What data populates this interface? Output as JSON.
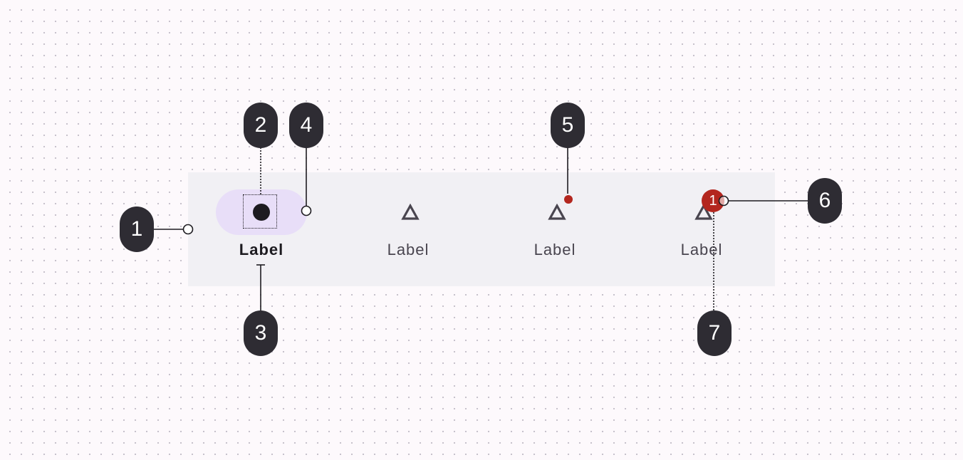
{
  "nav": {
    "items": [
      {
        "label": "Label",
        "icon": "filled-circle-icon",
        "active": true
      },
      {
        "label": "Label",
        "icon": "triangle-outline-icon",
        "active": false
      },
      {
        "label": "Label",
        "icon": "triangle-outline-icon",
        "active": false,
        "badge": "small"
      },
      {
        "label": "Label",
        "icon": "triangle-outline-icon",
        "active": false,
        "badge": "large",
        "badge_value": "1"
      }
    ]
  },
  "markers": [
    "1",
    "2",
    "3",
    "4",
    "5",
    "6",
    "7"
  ],
  "colors": {
    "background": "#fdf9fc",
    "container": "#f1f0f4",
    "active_indicator": "#e8def8",
    "badge": "#b3261e",
    "marker": "#2e2c33",
    "icon": "#49454f"
  }
}
